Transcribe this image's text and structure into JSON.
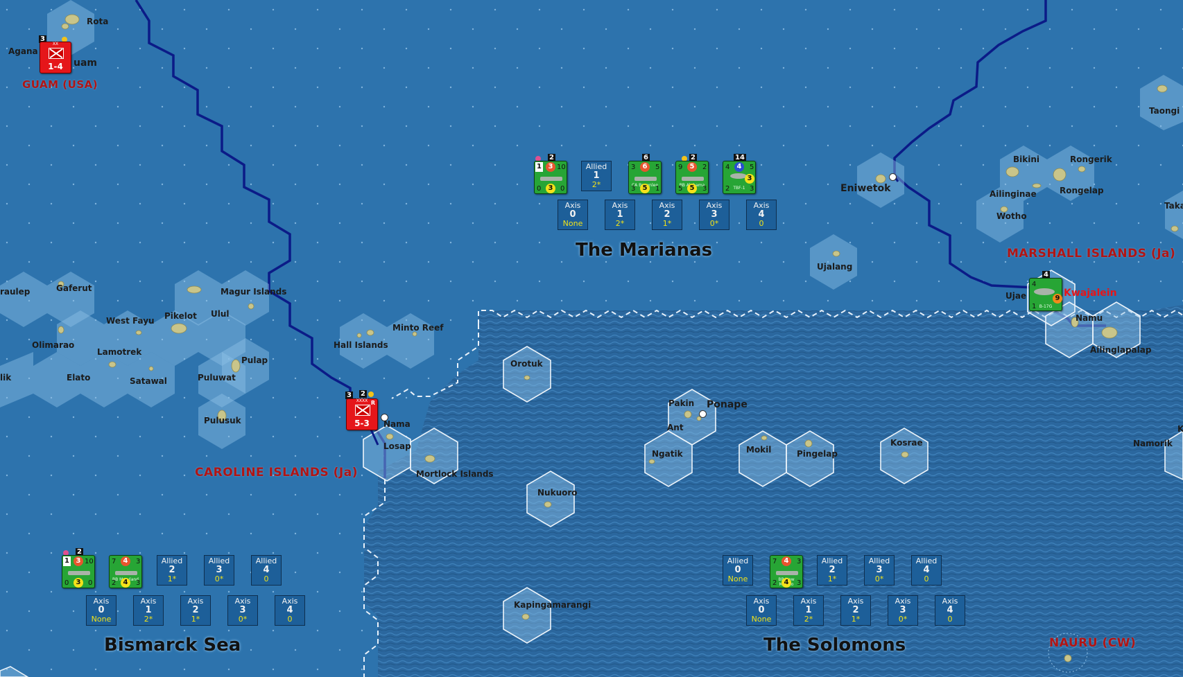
{
  "map": {
    "sea_areas": [
      "The Marianas",
      "Bismarck Sea",
      "The Solomons"
    ],
    "regions": {
      "guam": "GUAM (USA)",
      "caroline": "CAROLINE ISLANDS (Ja)",
      "marshall": "MARSHALL ISLANDS (Ja)",
      "nauru": "NAURU (CW)"
    },
    "places": {
      "rota": "Rota",
      "agana": "Agana",
      "guam": "uam",
      "taongi": "Taongi",
      "bikini": "Bikini",
      "rongerik": "Rongerik",
      "ailinginae": "Ailinginae",
      "rongelap": "Rongelap",
      "wotho": "Wotho",
      "taka": "Taka",
      "eniwetok": "Eniwetok",
      "ujalang": "Ujalang",
      "ujae": "Ujae",
      "kwajalein": "Kwajalein",
      "namu": "Namu",
      "ailinglapalap": "Ailinglapalap",
      "raulep": "raulep",
      "gaferut": "Gaferut",
      "magur": "Magur Islands",
      "westfayu": "West Fayu",
      "pikelot": "Pikelot",
      "ulul": "Ulul",
      "olimarao": "Olimarao",
      "lamotrek": "Lamotrek",
      "pulap": "Pulap",
      "lik": "lik",
      "elato": "Elato",
      "satawal": "Satawal",
      "puluwat": "Puluwat",
      "pulusuk": "Pulusuk",
      "hall": "Hall Islands",
      "minto": "Minto Reef",
      "nama": "Nama",
      "losap": "Losap",
      "mortlock": "Mortlock Islands",
      "orotuk": "Orotuk",
      "pakin": "Pakin",
      "ponape": "Ponape",
      "ant": "Ant",
      "ngatik": "Ngatik",
      "mokil": "Mokil",
      "pingelap": "Pingelap",
      "kosrae": "Kosrae",
      "namorik": "Namorik",
      "k": "K",
      "nukuoro": "Nukuoro",
      "kapinga": "Kapingamarangi"
    }
  },
  "sea_boxes": {
    "marianas": {
      "allied": [
        {
          "side": "Allied",
          "num": "1",
          "val": "2*"
        }
      ],
      "axis": [
        {
          "side": "Axis",
          "num": "0",
          "val": "None"
        },
        {
          "side": "Axis",
          "num": "1",
          "val": "2*"
        },
        {
          "side": "Axis",
          "num": "2",
          "val": "1*"
        },
        {
          "side": "Axis",
          "num": "3",
          "val": "0*"
        },
        {
          "side": "Axis",
          "num": "4",
          "val": "0"
        }
      ]
    },
    "bismarck": {
      "allied": [
        {
          "side": "Allied",
          "num": "2",
          "val": "1*"
        },
        {
          "side": "Allied",
          "num": "3",
          "val": "0*"
        },
        {
          "side": "Allied",
          "num": "4",
          "val": "0"
        }
      ],
      "axis": [
        {
          "side": "Axis",
          "num": "0",
          "val": "None"
        },
        {
          "side": "Axis",
          "num": "1",
          "val": "2*"
        },
        {
          "side": "Axis",
          "num": "2",
          "val": "1*"
        },
        {
          "side": "Axis",
          "num": "3",
          "val": "0*"
        },
        {
          "side": "Axis",
          "num": "4",
          "val": "0"
        }
      ]
    },
    "solomons": {
      "allied": [
        {
          "side": "Allied",
          "num": "0",
          "val": "None"
        },
        {
          "side": "Allied",
          "num": "2",
          "val": "1*"
        },
        {
          "side": "Allied",
          "num": "3",
          "val": "0*"
        },
        {
          "side": "Allied",
          "num": "4",
          "val": "0"
        }
      ],
      "axis": [
        {
          "side": "Axis",
          "num": "0",
          "val": "None"
        },
        {
          "side": "Axis",
          "num": "1",
          "val": "2*"
        },
        {
          "side": "Axis",
          "num": "2",
          "val": "1*"
        },
        {
          "side": "Axis",
          "num": "3",
          "val": "0*"
        },
        {
          "side": "Axis",
          "num": "4",
          "val": "0"
        }
      ]
    }
  },
  "units": {
    "marianas_stack": {
      "carrier": {
        "top": "1",
        "r": "3",
        "right": "10",
        "bl": "0",
        "y": "3",
        "br": "0",
        "stack": "2"
      },
      "cruiser": {
        "name": "CA Brownlee",
        "tl": "3",
        "r": "6",
        "tr": "5",
        "bl": "3",
        "y": "5",
        "br": "1",
        "stack": "6"
      },
      "battleship": {
        "name": "BB Alabama",
        "tl": "9",
        "r": "5",
        "tr": "2",
        "bl": "5",
        "y": "5",
        "br": "3",
        "stack": "2"
      },
      "air": {
        "name": "TBF-1",
        "tl": "4",
        "b": "4",
        "tr": "5",
        "y": "3",
        "bl": "2",
        "br": "3",
        "stack": "14"
      }
    },
    "bismarck_stack": {
      "carrier": {
        "top": "1",
        "r": "3",
        "right": "10",
        "bl": "0",
        "y": "3",
        "br": "0",
        "stack": "2"
      },
      "battleship": {
        "name": "BB Maryland",
        "tl": "7",
        "r": "4",
        "tr": "3",
        "bl": "2",
        "y": "4",
        "br": "3"
      }
    },
    "solomons_ship": {
      "name": "BB New Mexico",
      "tl": "7",
      "r": "4",
      "tr": "3",
      "bl": "2",
      "y": "4",
      "br": "3"
    },
    "kwajalein_air": {
      "name": "B-17G",
      "tl": "4",
      "o": "9",
      "bl": "1",
      "stack": "4"
    },
    "guam_army": {
      "size": "XX",
      "strength": "1-4",
      "stack": "3"
    },
    "truk_army": {
      "size": "XXXX",
      "strength": "5-3",
      "flag": "R",
      "stack": "3",
      "stack2": "2"
    }
  },
  "colors": {
    "ocean": "#2d73ad",
    "deep": "#2a669c",
    "hex": "#8fc0e6",
    "border": "#0a1f8c",
    "axis": "#e5161a",
    "allied": "#27a535"
  }
}
